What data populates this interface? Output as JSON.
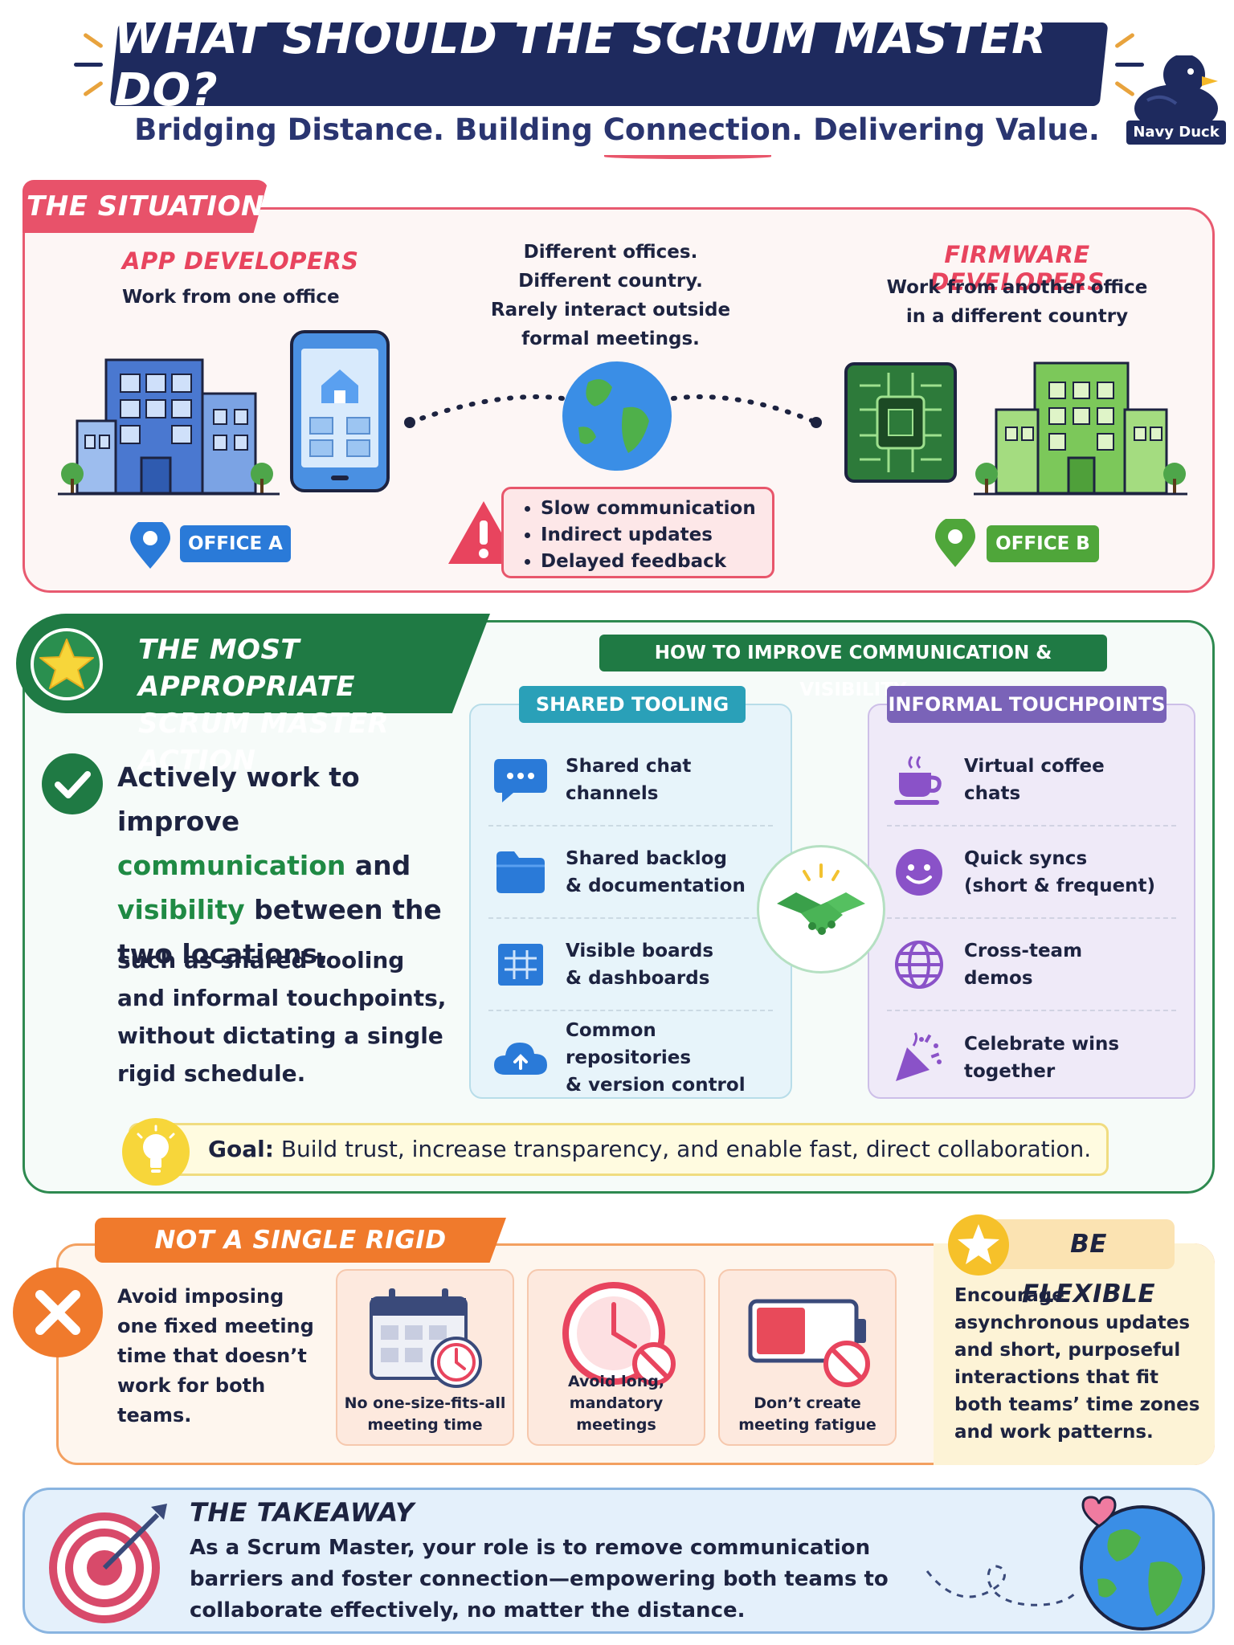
{
  "header": {
    "title": "WHAT SHOULD THE SCRUM MASTER DO?",
    "subtitle": "Bridging Distance. Building Connection. Delivering Value.",
    "logo_label": "Navy Duck"
  },
  "situation": {
    "tag": "THE SITUATION",
    "left_team": {
      "title": "APP DEVELOPERS",
      "desc": "Work from one office",
      "office": "OFFICE A"
    },
    "center_desc": "Different offices.\nDifferent country.\nRarely interact outside\nformal meetings.",
    "right_team": {
      "title": "FIRMWARE DEVELOPERS",
      "desc": "Work from another office\nin a different country",
      "office": "OFFICE B"
    },
    "issues": [
      "Slow communication",
      "Indirect updates",
      "Delayed feedback"
    ]
  },
  "action": {
    "tag_line1": "THE MOST APPROPRIATE",
    "tag_line2": "SCRUM MASTER ACTION",
    "main_part1": "Actively work to improve ",
    "main_green1": "communication",
    "main_part2": " and ",
    "main_green2": "visibility",
    "main_part3": " between the two locations,",
    "sub": "such as shared tooling and informal touchpoints, without dictating a single rigid schedule.",
    "improve_heading": "HOW TO IMPROVE COMMUNICATION & VISIBILITY",
    "tooling": {
      "header": "SHARED TOOLING",
      "items": [
        {
          "icon": "chat-bubble-icon",
          "text": "Shared chat\nchannels"
        },
        {
          "icon": "folder-icon",
          "text": "Shared backlog\n& documentation"
        },
        {
          "icon": "board-grid-icon",
          "text": "Visible boards\n& dashboards"
        },
        {
          "icon": "cloud-icon",
          "text": "Common repositories\n& version control"
        }
      ]
    },
    "touchpoints": {
      "header": "INFORMAL TOUCHPOINTS",
      "items": [
        {
          "icon": "coffee-cup-icon",
          "text": "Virtual coffee\nchats"
        },
        {
          "icon": "smiley-icon",
          "text": "Quick syncs\n(short & frequent)"
        },
        {
          "icon": "globe-icon",
          "text": "Cross-team\ndemos"
        },
        {
          "icon": "party-popper-icon",
          "text": "Celebrate wins\ntogether"
        }
      ]
    },
    "goal_label": "Goal:",
    "goal_text": " Build trust, increase transparency, and enable fast, direct collaboration."
  },
  "rigid": {
    "tag": "NOT A SINGLE RIGID SCHEDULE",
    "desc": "Avoid imposing one fixed meeting time that doesn’t work for both teams.",
    "cards": [
      {
        "icon": "calendar-clock-icon",
        "caption": "No one-size-fits-all\nmeeting time"
      },
      {
        "icon": "clock-prohibited-icon",
        "caption": "Avoid long,\nmandatory meetings"
      },
      {
        "icon": "battery-low-icon",
        "caption": "Don’t create\nmeeting fatigue"
      }
    ],
    "flex_tag": "BE FLEXIBLE",
    "flex_desc": "Encourage asynchronous updates and short, purposeful interactions that fit both teams’ time zones and work patterns."
  },
  "takeaway": {
    "title": "THE TAKEAWAY",
    "text": "As a Scrum Master, your role is to remove communication barriers and foster connection—empowering both teams to collaborate effectively, no matter the distance."
  },
  "colors": {
    "navy": "#1e2a5e",
    "situation_red": "#e8526a",
    "action_green": "#1f7a44",
    "tooling_teal": "#2aa0b8",
    "touch_purple": "#7a63b8",
    "rigid_orange": "#f07a2c",
    "takeaway_blue": "#89b4e0"
  }
}
